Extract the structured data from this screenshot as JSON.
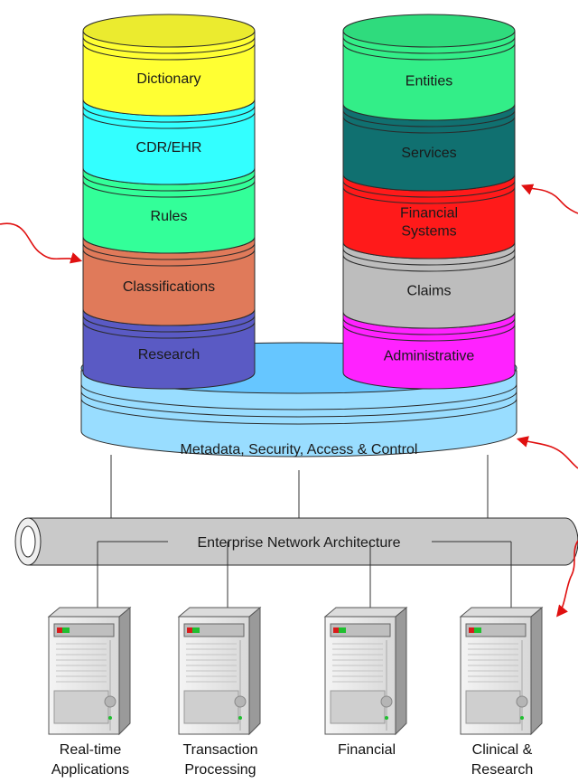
{
  "colors": {
    "dictionary": "#ffff33",
    "cdr_ehr": "#33ffff",
    "rules": "#33ff99",
    "classifications": "#e07a5a",
    "research": "#5a5ac4",
    "entities": "#33ee88",
    "services": "#107070",
    "financial_systems": "#ff1a1a",
    "claims": "#bdbdbd",
    "administrative": "#ff22ff",
    "base": "#99ddff",
    "pipe": "#c9c9c9",
    "arrow": "#e01010"
  },
  "left_stack": {
    "segments": [
      {
        "label": "Dictionary",
        "color_key": "dictionary"
      },
      {
        "label": "CDR/EHR",
        "color_key": "cdr_ehr"
      },
      {
        "label": "Rules",
        "color_key": "rules"
      },
      {
        "label": "Classifications",
        "color_key": "classifications"
      },
      {
        "label": "Research",
        "color_key": "research"
      }
    ]
  },
  "right_stack": {
    "segments": [
      {
        "label": "Entities",
        "color_key": "entities"
      },
      {
        "label": "Services",
        "color_key": "services"
      },
      {
        "label": "Financial",
        "label2": "Systems",
        "color_key": "financial_systems"
      },
      {
        "label": "Claims",
        "color_key": "claims"
      },
      {
        "label": "Administrative",
        "color_key": "administrative"
      }
    ]
  },
  "base_label": "Metadata, Security, Access & Control",
  "network_label": "Enterprise Network Architecture",
  "servers": [
    {
      "line1": "Real-time",
      "line2": "Applications"
    },
    {
      "line1": "Transaction",
      "line2": "Processing"
    },
    {
      "line1": "Financial",
      "line2": ""
    },
    {
      "line1": "Clinical &",
      "line2": "Research"
    }
  ]
}
